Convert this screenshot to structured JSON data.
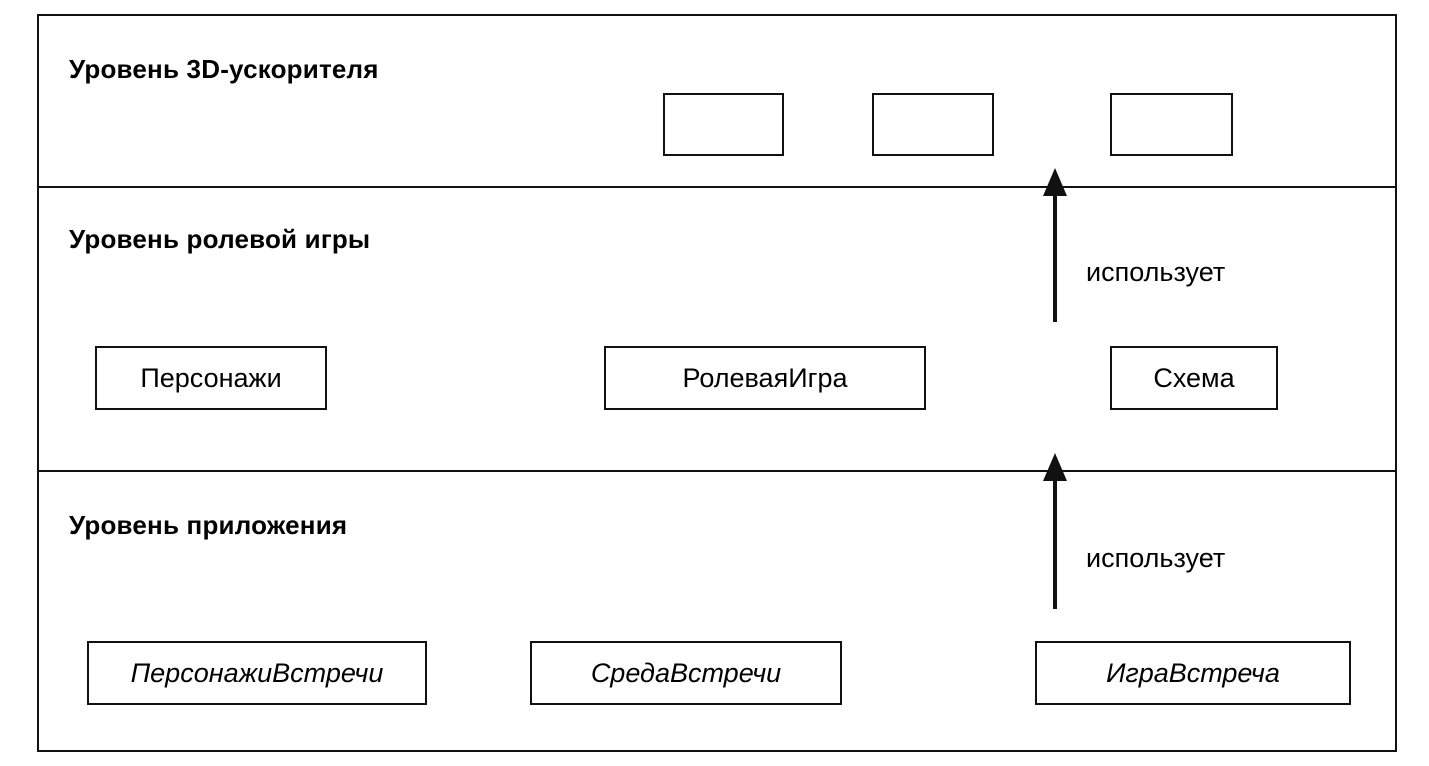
{
  "layers": {
    "accelerator": {
      "title": "Уровень 3D-ускорителя"
    },
    "rpg": {
      "title": "Уровень ролевой игры",
      "boxes": [
        "Персонажи",
        "РолеваяИгра",
        "Схема"
      ],
      "uses_label": "использует"
    },
    "app": {
      "title": "Уровень приложения",
      "boxes": [
        "ПерсонажиВстречи",
        "СредаВстречи",
        "ИграВстреча"
      ],
      "uses_label": "использует"
    }
  },
  "colors": {
    "line": "#111111",
    "background": "#ffffff"
  }
}
